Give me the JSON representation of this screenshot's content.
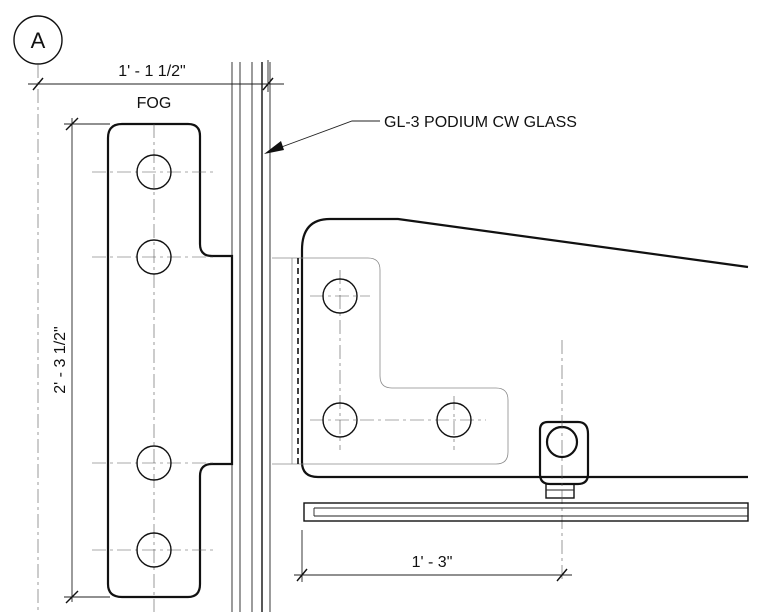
{
  "grid_bubble": {
    "label": "A"
  },
  "dimensions": {
    "top_width": "1' - 1 1/2\"",
    "vertical_height": "2' - 3 1/2\"",
    "bottom_width": "1' - 3\""
  },
  "labels": {
    "fog": "FOG",
    "callout": "GL-3 PODIUM CW GLASS"
  }
}
